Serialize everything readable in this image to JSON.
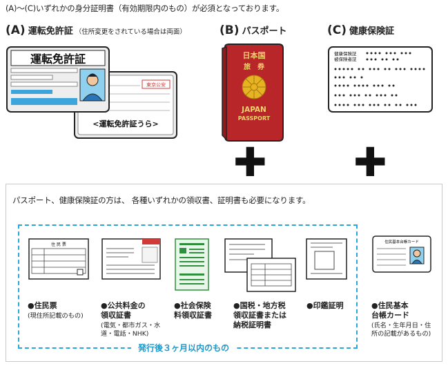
{
  "notice": "(A)～(C)いずれかの身分証明書（有効期限内のもの）が必須となっております。",
  "categories": {
    "a": {
      "letter": "(A)",
      "title": "運転免許証",
      "note": "（住所変更をされている場合は両面）",
      "card_front_title": "運転免許証",
      "card_back_title": "<運転免許証うら>",
      "card_back_stamp": "東京公安"
    },
    "b": {
      "letter": "(B)",
      "title": "パスポート",
      "passport_top": "日本国",
      "passport_sub": "旅　券",
      "passport_en1": "JAPAN",
      "passport_en2": "PASSPORT"
    },
    "c": {
      "letter": "(C)",
      "title": "健康保険証",
      "card_line1": "健康保険証",
      "card_line2": "被保険者証"
    }
  },
  "box_text": "パスポート、健康保険証の方は、 各種いずれかの領収書、証明書も必要になります。",
  "dashed_caption": "発行後３ヶ月以内のもの",
  "documents": [
    {
      "title": "●住民票",
      "sub": "(現住所記載のもの)",
      "thumb_label": "住 民 票"
    },
    {
      "title": "●公共料金の\n領収証書",
      "sub": "(電気・都市ガス・水\n道・電話・NHK)"
    },
    {
      "title": "●社会保険\n料領収証書",
      "sub": ""
    },
    {
      "title": "●国税・地方税\n領収証書または\n納税証明書",
      "sub": ""
    },
    {
      "title": "●印鑑証明",
      "sub": ""
    },
    {
      "title": "●住民基本\n台帳カード",
      "sub": "(氏名・生年月日・住\n所の記載があるもの)",
      "thumb_label": "住民基本台帳カード"
    }
  ],
  "colors": {
    "passport": "#b8262a",
    "emblem": "#e6b422",
    "license_blue": "#3ea5dc",
    "dashed": "#2aa6d6",
    "stamp": "#d23a3a"
  }
}
